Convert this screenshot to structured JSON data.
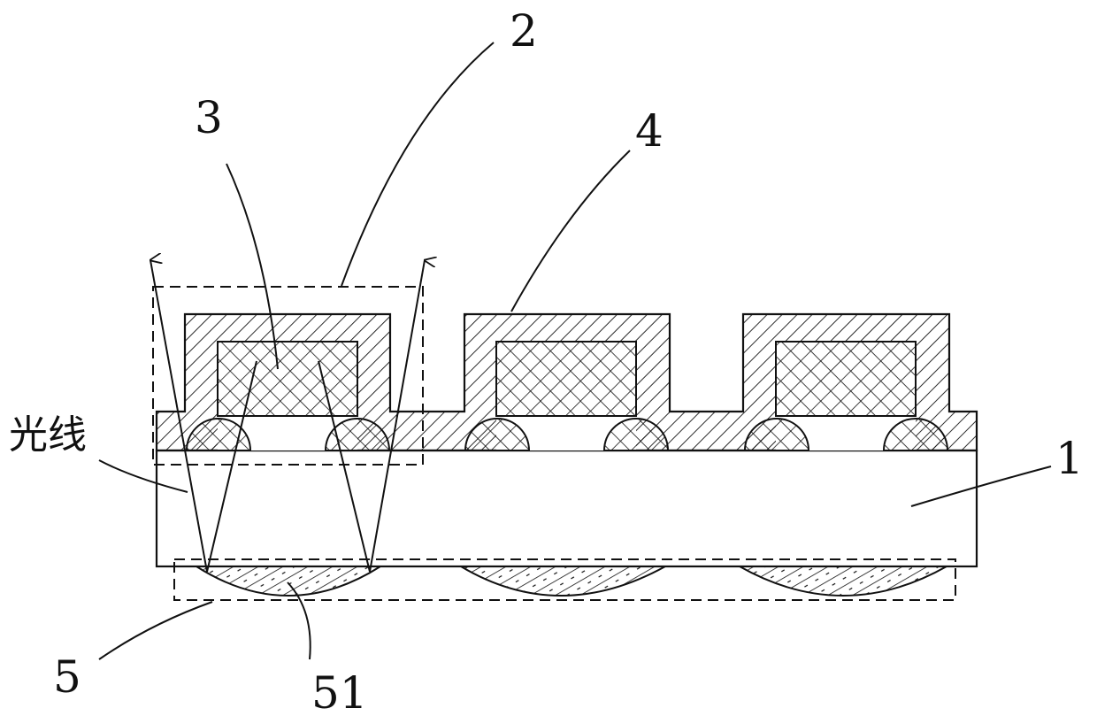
{
  "labels": {
    "l1": "1",
    "l2": "2",
    "l3": "3",
    "l4": "4",
    "l5": "5",
    "l51": "51",
    "light": "光线"
  },
  "colors": {
    "line": "#111111",
    "background": "#ffffff"
  },
  "units": {
    "count": 3
  }
}
